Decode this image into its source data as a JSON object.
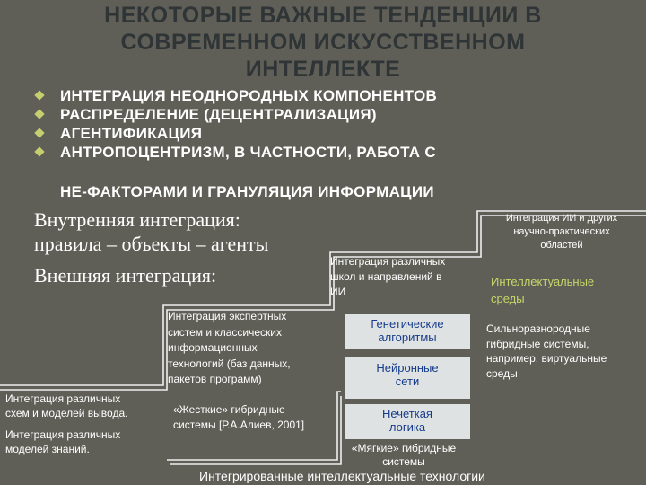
{
  "title": {
    "line1": "НЕКОТОРЫЕ ВАЖНЫЕ ТЕНДЕНЦИИ В",
    "line2": "СОВРЕМЕННОМ ИСКУССТВЕННОМ",
    "line3": "ИНТЕЛЛЕКТЕ"
  },
  "bullets": [
    "ИНТЕГРАЦИЯ НЕОДНОРОДНЫХ КОМПОНЕНТОВ",
    "РАСПРЕДЕЛЕНИЕ (ДЕЦЕНТРАЛИЗАЦИЯ)",
    "АГЕНТИФИКАЦИЯ",
    "АНТРОПОЦЕНТРИЗМ, В ЧАСТНОСТИ, РАБОТА С"
  ],
  "bullet_continuation": "НЕ-ФАКТОРАМИ И ГРАНУЛЯЦИЯ ИНФОРМАЦИИ",
  "internal": {
    "line1": "Внутренняя интеграция:",
    "line2": "правила – объекты – агенты"
  },
  "external": "Внешняя интеграция:",
  "labels": {
    "ii_integration": [
      "Интеграция ИИ и других",
      "научно-практических",
      "областей"
    ],
    "schools": [
      "Интеграция различных",
      "школ и направлений в",
      "ИИ"
    ],
    "intelligent_env": [
      "Интеллектуальные",
      "среды"
    ],
    "expert_systems": [
      "Интеграция экспертных",
      "систем и классических",
      "информационных",
      "технологий (баз данных,",
      "пакетов программ)"
    ],
    "heterogeneous": [
      "Сильноразнородные",
      "гибридные системы,",
      "например, виртуальные",
      "среды"
    ],
    "schemes": [
      "Интеграция различных",
      "схем и моделей вывода."
    ],
    "knowledge_models": [
      "Интеграция различных",
      "моделей знаний."
    ],
    "hard_hybrid": [
      "«Жесткие» гибридные",
      "системы  [Р.А.Алиев, 2001]"
    ],
    "soft_hybrid": [
      "«Мягкие»  гибридные",
      "системы"
    ],
    "footer": "Интегрированные интеллектуальные технологии"
  },
  "boxes": {
    "genetic": [
      "Генетические",
      "алгоритмы"
    ],
    "neural": [
      "Нейронные",
      "сети"
    ],
    "fuzzy": [
      "Нечеткая",
      "логика"
    ]
  },
  "colors": {
    "background": "#5f5f57",
    "title": "#2f3436",
    "accent_green": "#c5d66a",
    "box_fill": "#dfe2e3",
    "box_text": "#163c8c",
    "stair_line": "#eeeeee"
  }
}
